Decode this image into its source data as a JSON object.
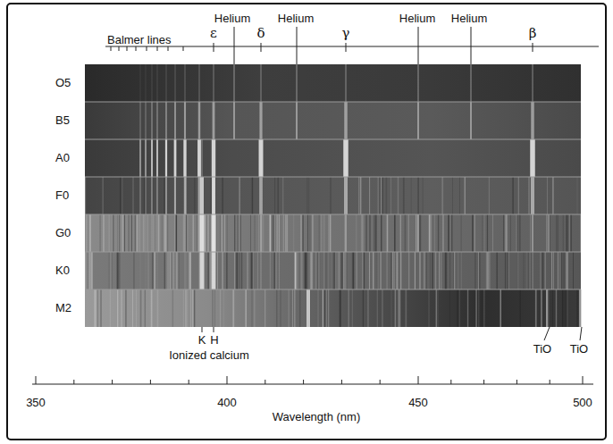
{
  "diagram": {
    "labels": [
      "Balmer lines",
      "ε",
      "δ",
      "γ",
      "β",
      "Helium",
      "Helium",
      "Helium",
      "Helium",
      "O5",
      "B5",
      "A0",
      "F0",
      "G0",
      "K0",
      "M2",
      "K",
      "H",
      "Ionized calcium",
      "TiO",
      "TiO",
      "350",
      "400",
      "450",
      "500",
      "Wavelength (nm)"
    ]
  }
}
